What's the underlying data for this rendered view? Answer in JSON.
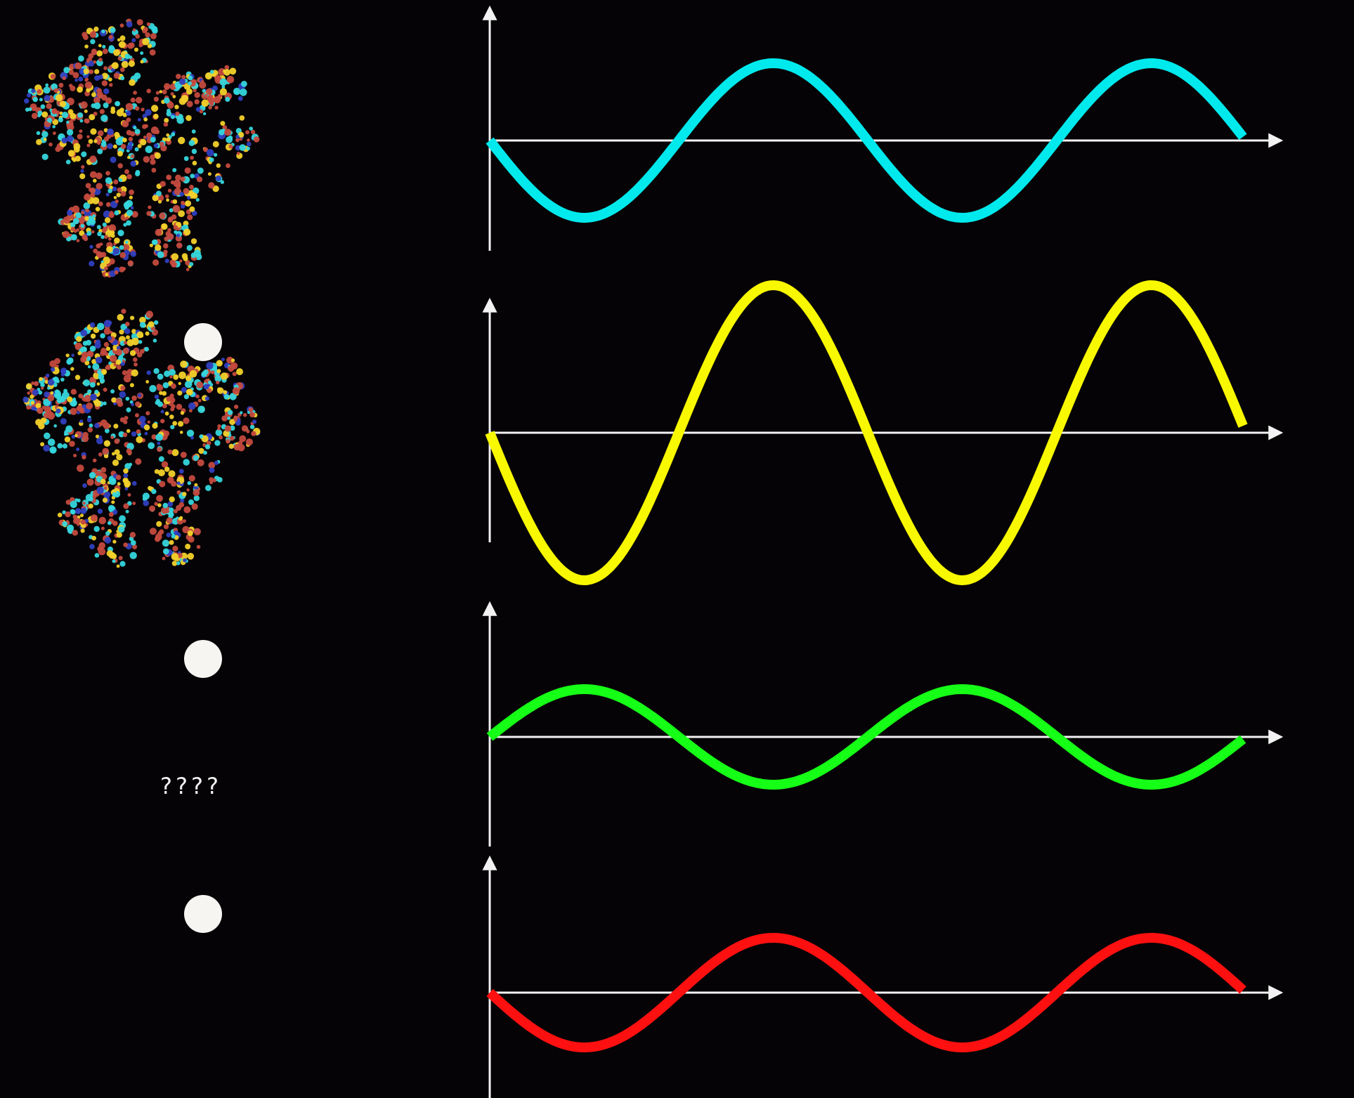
{
  "unknown_label": "????",
  "colors": {
    "background": "#050305",
    "axis": "#f2f2f2",
    "ball": "#f7f5f2",
    "protein_red": "#c44a3e",
    "protein_cyan": "#35d6dd",
    "protein_yellow": "#f3d12a",
    "protein_blue": "#2f3fbf"
  },
  "rows": [
    {
      "id": "row-1",
      "icons": [
        "protein-icon"
      ],
      "wave": {
        "color": "#00e9ec",
        "amplitude": 1.0,
        "phase": "starts-downward"
      }
    },
    {
      "id": "row-2",
      "icons": [
        "protein-icon",
        "ball-icon"
      ],
      "wave": {
        "color": "#f8f800",
        "amplitude": 2.0,
        "phase": "starts-downward"
      }
    },
    {
      "id": "row-3",
      "icons": [
        "ball-icon"
      ],
      "wave": {
        "color": "#16ff16",
        "amplitude": 0.65,
        "phase": "starts-upward"
      }
    },
    {
      "id": "row-4",
      "icons": [
        "ball-icon"
      ],
      "wave": {
        "color": "#ff1010",
        "amplitude": 0.75,
        "phase": "starts-downward"
      }
    }
  ]
}
